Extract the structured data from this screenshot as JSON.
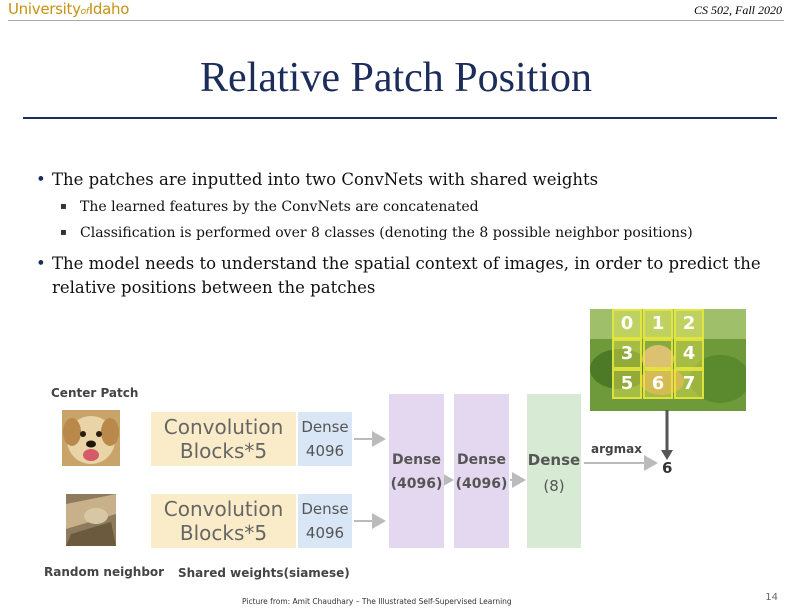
{
  "header": {
    "logo_main": "University",
    "logo_of": "of",
    "logo_end": "Idaho",
    "course": "CS 502, Fall 2020"
  },
  "title": "Relative Patch Position",
  "bullets": [
    "The patches are inputted into two ConvNets with shared weights",
    "The learned features by the ConvNets are concatenated",
    "Classification is performed over 8 classes (denoting the 8 possible neighbor positions)",
    "The model needs to understand the spatial context of images, in order to predict the relative positions between the patches"
  ],
  "diagram": {
    "center_patch_label": "Center Patch",
    "random_neighbor_label": "Random neighbor",
    "shared_weights_label": "Shared weights(siamese)",
    "conv_line1": "Convolution",
    "conv_line2": "Blocks*5",
    "dense_label": "Dense",
    "dense_4096": "4096",
    "dense_4096_paren": "(4096)",
    "dense_8": "(8)",
    "argmax": "argmax",
    "output": "6",
    "grid_numbers": [
      "0",
      "1",
      "2",
      "3",
      "4",
      "5",
      "6",
      "7"
    ]
  },
  "footer": "Picture from: Amit Chaudhary – The Illustrated Self-Supervised Learning",
  "page_number": "14"
}
